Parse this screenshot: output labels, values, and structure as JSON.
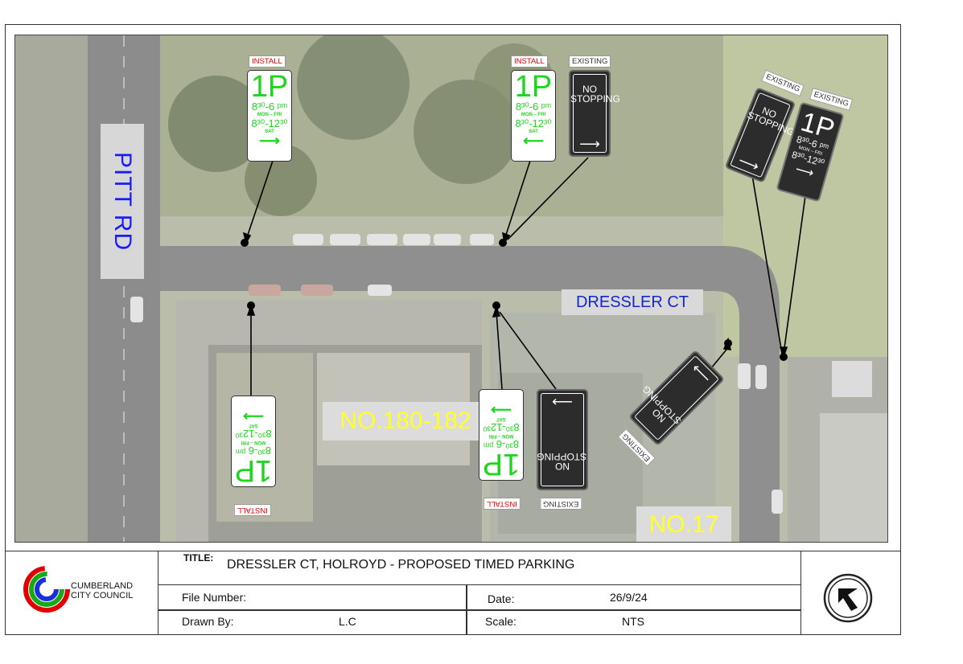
{
  "map": {
    "road_labels": {
      "pitt": "PITT RD",
      "dressler": "DRESSLER CT"
    },
    "property_labels": {
      "no180": "NO.180-182",
      "no17": "NO.17"
    },
    "tags": {
      "install": "INSTALL",
      "existing": "EXISTING"
    },
    "sign_1p": {
      "big": "1P",
      "weekday_time": "8³⁰-6 ᵖᵐ",
      "weekday_days": "MON – FRI",
      "sat_time": "8³⁰-12³⁰",
      "sat_days": "SAT",
      "arrow_right": "⟶",
      "arrow_left": "⟵"
    },
    "sign_no_stopping": {
      "line1": "NO",
      "line2": "STOPPING",
      "arrow": "⟶"
    },
    "colors": {
      "sign_green": "#1ed61e",
      "road_label": "#1428c8",
      "property_label": "#ffff2a",
      "install_red": "#e00000"
    }
  },
  "title_block": {
    "council_line1": "CUMBERLAND",
    "council_line2": "CITY COUNCIL",
    "title_label": "TITLE:",
    "title": "DRESSLER CT, HOLROYD - PROPOSED TIMED PARKING",
    "file_number_label": "File Number:",
    "file_number": "",
    "date_label": "Date:",
    "date": "26/9/24",
    "drawn_by_label": "Drawn By:",
    "drawn_by": "L.C",
    "scale_label": "Scale:",
    "scale": "NTS",
    "north_icon": "north-arrow-icon"
  }
}
